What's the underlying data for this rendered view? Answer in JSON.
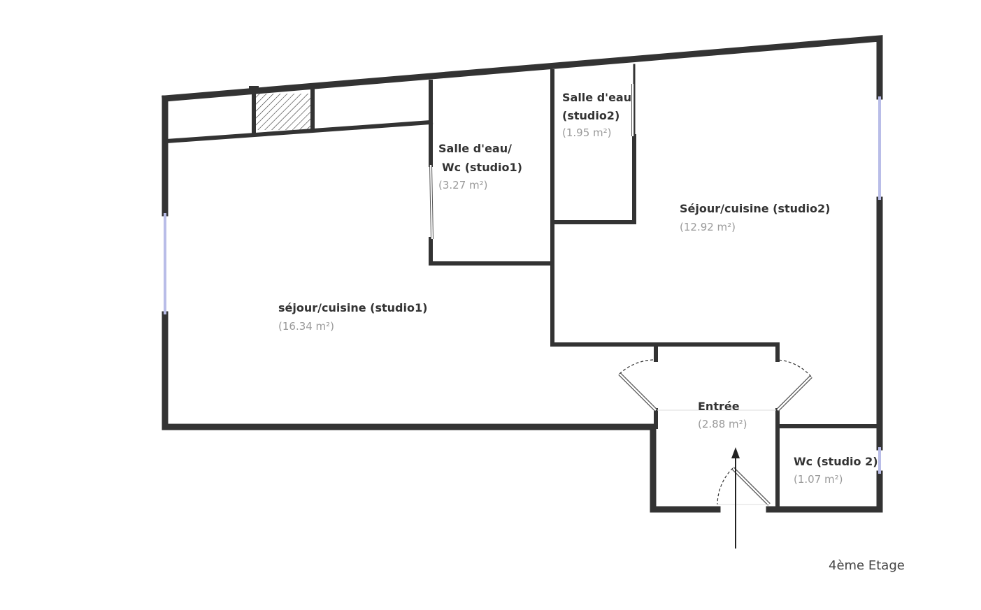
{
  "floor_label": "4ème Etage",
  "colors": {
    "wall": "#333333",
    "label": "#333333",
    "area": "#9a9a9a",
    "window": "#b9bde8"
  },
  "rooms": [
    {
      "name_lines": [
        "séjour/cuisine (studio1)"
      ],
      "area": "(16.34 m²)"
    },
    {
      "name_lines": [
        "Salle d'eau/",
        "Wc (studio1)"
      ],
      "area": "(3.27 m²)"
    },
    {
      "name_lines": [
        "Salle d'eau",
        "(studio2)"
      ],
      "area": "(1.95 m²)"
    },
    {
      "name_lines": [
        "Séjour/cuisine (studio2)"
      ],
      "area": "(12.92 m²)"
    },
    {
      "name_lines": [
        "Entrée"
      ],
      "area": "(2.88 m²)"
    },
    {
      "name_lines": [
        "Wc (studio 2)"
      ],
      "area": "(1.07 m²)"
    }
  ]
}
